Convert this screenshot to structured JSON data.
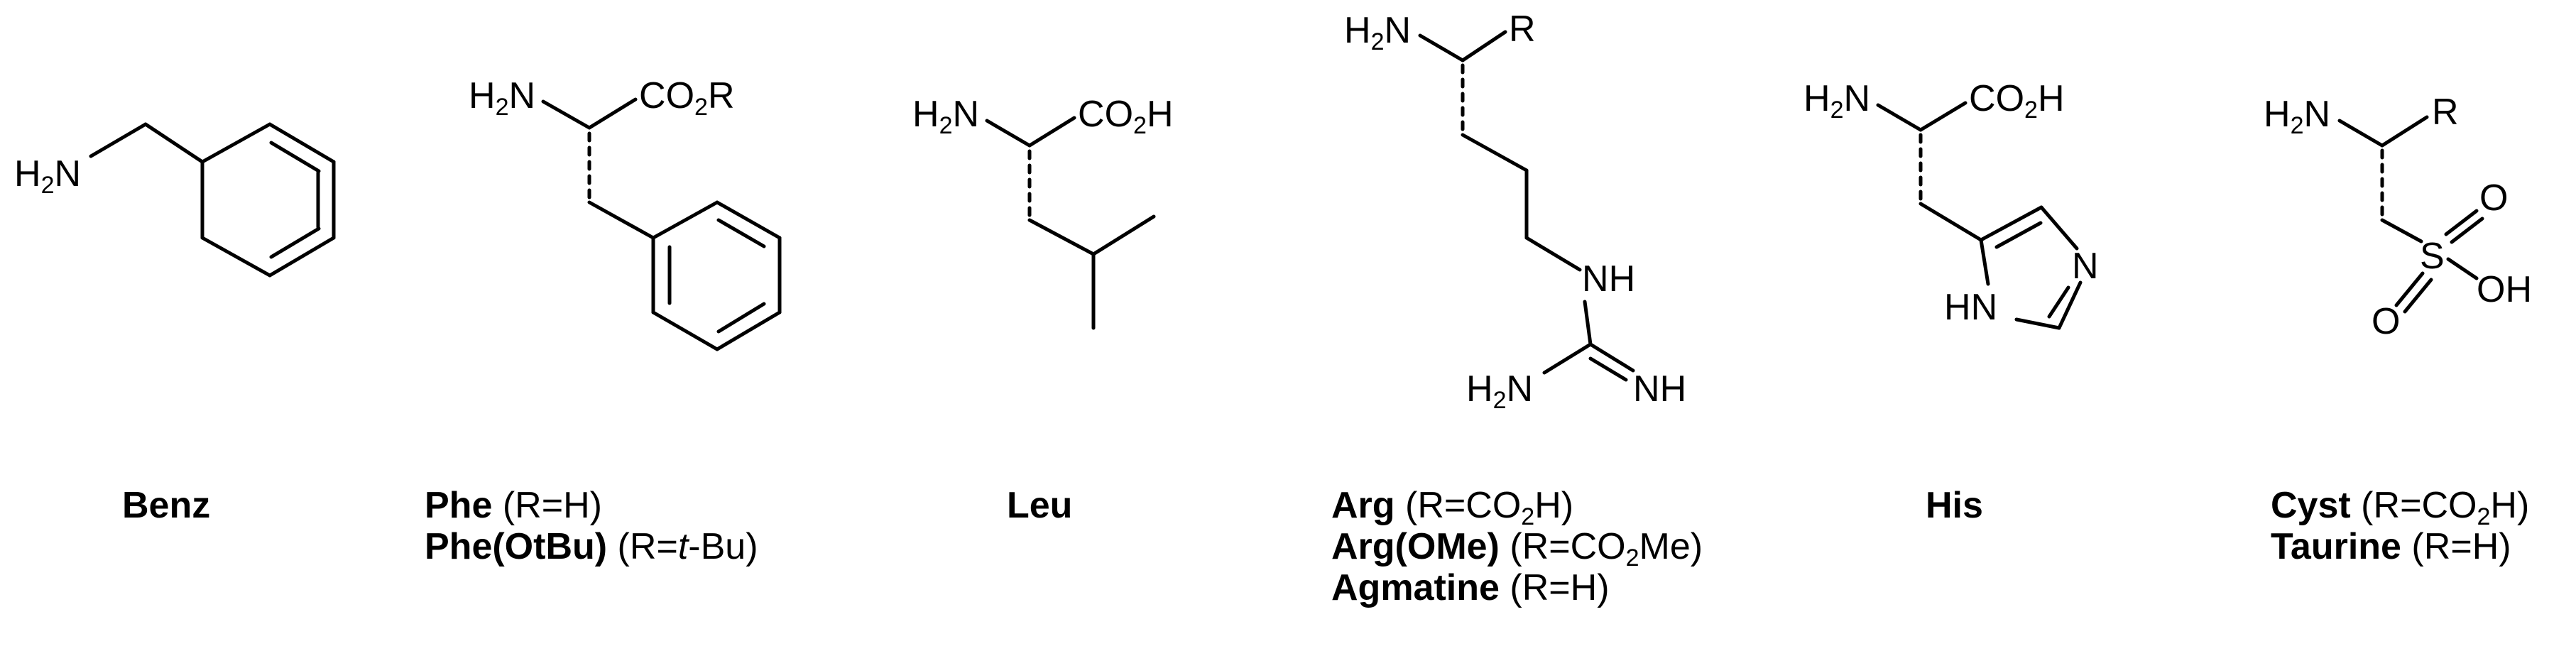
{
  "compounds": [
    {
      "id": "benz",
      "captions": [
        {
          "name": "Benz",
          "detail": ""
        }
      ]
    },
    {
      "id": "phe",
      "captions": [
        {
          "name": "Phe",
          "detail": "(R=H)"
        },
        {
          "name": "Phe(OtBu)",
          "detail": "(R=t-Bu)"
        }
      ]
    },
    {
      "id": "leu",
      "captions": [
        {
          "name": "Leu",
          "detail": ""
        }
      ]
    },
    {
      "id": "arg",
      "captions": [
        {
          "name": "Arg",
          "detail": "(R=CO2H)"
        },
        {
          "name": "Arg(OMe)",
          "detail": "(R=CO2Me)"
        },
        {
          "name": "Agmatine",
          "detail": "(R=H)"
        }
      ]
    },
    {
      "id": "his",
      "captions": [
        {
          "name": "His",
          "detail": ""
        }
      ]
    },
    {
      "id": "cyst",
      "captions": [
        {
          "name": "Cyst",
          "detail": "(R=CO2H)"
        },
        {
          "name": "Taurine",
          "detail": "(R=H)"
        }
      ]
    }
  ],
  "atom_labels": {
    "amine": "H2N",
    "r_group": "R",
    "ester": "CO2R",
    "acid": "CO2H",
    "imine_nh": "NH",
    "ring_nh": "HN",
    "ring_n": "N",
    "sulfur": "S",
    "oxygen": "O",
    "hydroxyl": "OH"
  },
  "colors": {
    "ink": "#000000",
    "background": "#ffffff"
  }
}
